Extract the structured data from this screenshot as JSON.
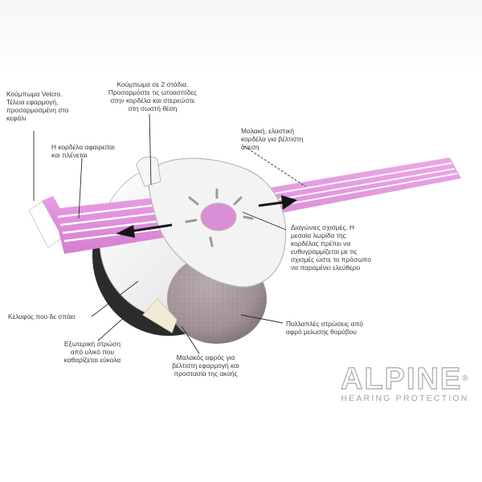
{
  "labels": {
    "velcro": [
      "Κούμπωμα Velcro.",
      "Τέλεια εφαρμογή,",
      "προσαρμοσμένη στο",
      "κεφάλι"
    ],
    "two_stage": [
      "Κούμπωμα σε 2 στάδια.",
      "Προσαρμόστε τις ωτοασπίδες",
      "στην κορδέλα και στερεώστε",
      "στη σωστή θέση"
    ],
    "band_removable": [
      "Η κορδέλα αφαιρείται",
      "και πλένεται"
    ],
    "soft_band": [
      "Μαλακή, ελαστική",
      "κορδέλα για βέλτιστη",
      "άνεση"
    ],
    "diagonal_slots": [
      "Διαγώνιες σχισμές. Η",
      "μεσαία λωρίδα της",
      "κορδέλας πρέπει να",
      "ευθυγραμμίζεται με τις",
      "σχισμές ώστε το πρόσωπο",
      "να παραμένει ελεύθερο"
    ],
    "shell": [
      "Κέλυφος που δε σπάει"
    ],
    "foam_layers": [
      "Πολλαπλές στρώσεις από",
      "αφρό μείωσης θορύβου"
    ],
    "outer_layer": [
      "Εξωτερική στρώση",
      "από υλικό που",
      "καθαρίζεται εύκολα"
    ],
    "soft_foam": [
      "Μαλακός αφρός για",
      "βέλτιστη εφαρμογή και",
      "προστασία της ακοής"
    ]
  },
  "logo": {
    "word": "ALPINE",
    "registered": "®",
    "tagline": "HEARING PROTECTION"
  },
  "colors": {
    "band": "#e393df",
    "band_stripe": "#ffffff",
    "shell": "#f1f1f1",
    "dark_ring": "#2b2b2b",
    "foam": "#a6999c",
    "arrow": "#151515",
    "leader": "#2a2a2a"
  }
}
